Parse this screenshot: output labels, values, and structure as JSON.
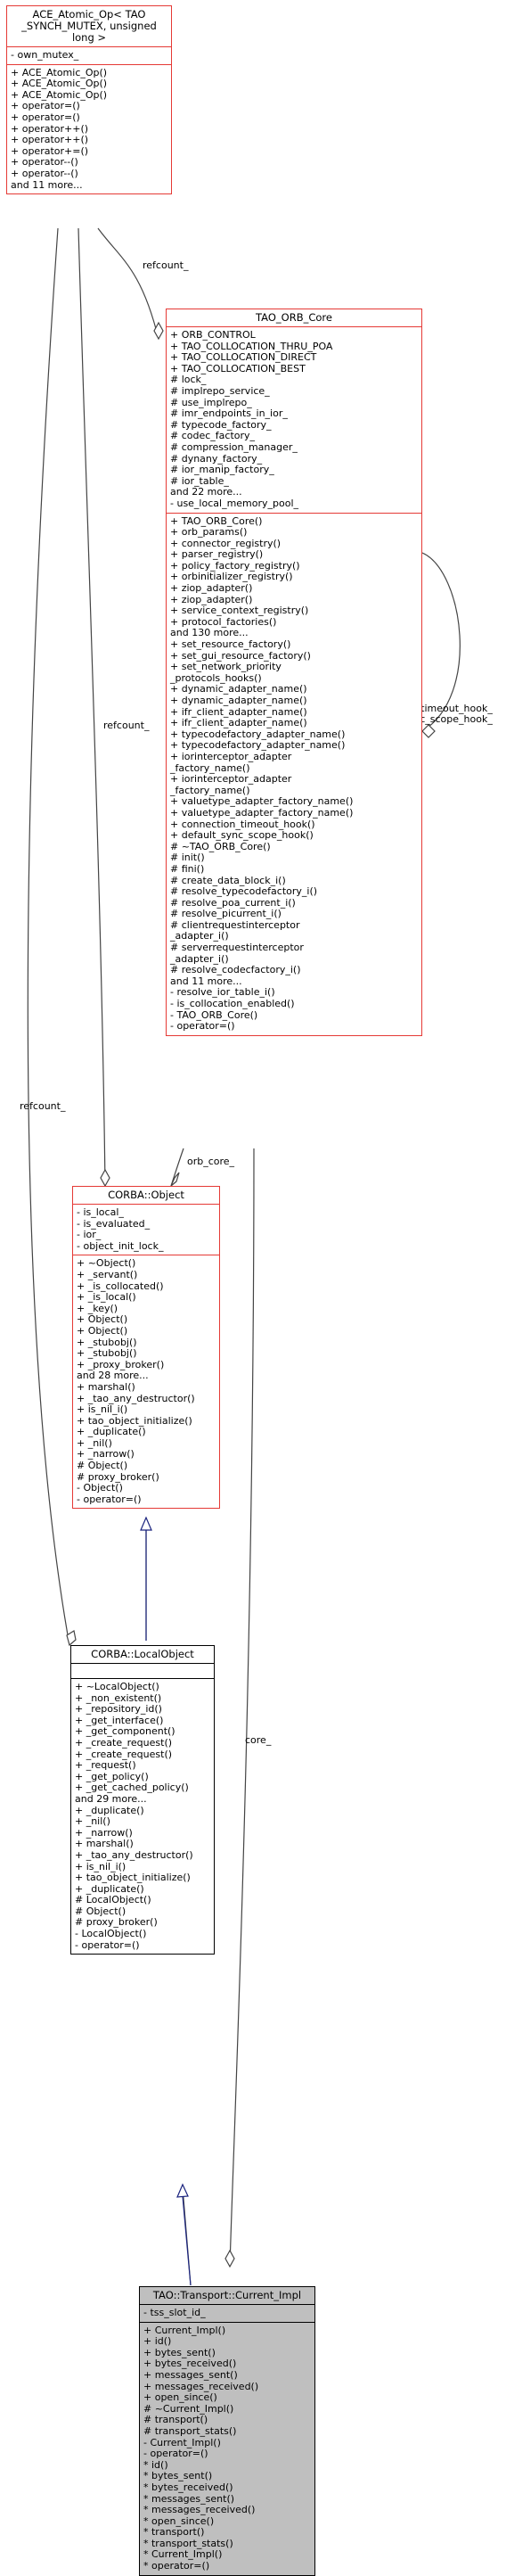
{
  "classes": {
    "ace_atomic_op": {
      "title": "ACE_Atomic_Op< TAO\n_SYNCH_MUTEX, unsigned\n long >",
      "sections": [
        [
          "- own_mutex_"
        ],
        [
          "+ ACE_Atomic_Op()",
          "+ ACE_Atomic_Op()",
          "+ ACE_Atomic_Op()",
          "+ operator=()",
          "+ operator=()",
          "+ operator++()",
          "+ operator++()",
          "+ operator+=()",
          "+ operator--()",
          "+ operator--()",
          "and 11 more..."
        ]
      ]
    },
    "tao_orb_core": {
      "title": "TAO_ORB_Core",
      "sections": [
        [
          "+ ORB_CONTROL",
          "+ TAO_COLLOCATION_THRU_POA",
          "+ TAO_COLLOCATION_DIRECT",
          "+ TAO_COLLOCATION_BEST",
          "# lock_",
          "# implrepo_service_",
          "# use_implrepo_",
          "# imr_endpoints_in_ior_",
          "# typecode_factory_",
          "# codec_factory_",
          "# compression_manager_",
          "# dynany_factory_",
          "# ior_manip_factory_",
          "# ior_table_",
          "and 22 more...",
          "- use_local_memory_pool_"
        ],
        [
          "+ TAO_ORB_Core()",
          "+ orb_params()",
          "+ connector_registry()",
          "+ parser_registry()",
          "+ policy_factory_registry()",
          "+ orbinitializer_registry()",
          "+ ziop_adapter()",
          "+ ziop_adapter()",
          "+ service_context_registry()",
          "+ protocol_factories()",
          "and 130 more...",
          "+ set_resource_factory()",
          "+ set_gui_resource_factory()",
          "+ set_network_priority\n_protocols_hooks()",
          "+ dynamic_adapter_name()",
          "+ dynamic_adapter_name()",
          "+ ifr_client_adapter_name()",
          "+ ifr_client_adapter_name()",
          "+ typecodefactory_adapter_name()",
          "+ typecodefactory_adapter_name()",
          "+ iorinterceptor_adapter\n_factory_name()",
          "+ iorinterceptor_adapter\n_factory_name()",
          "+ valuetype_adapter_factory_name()",
          "+ valuetype_adapter_factory_name()",
          "+ connection_timeout_hook()",
          "+ default_sync_scope_hook()",
          "# ~TAO_ORB_Core()",
          "# init()",
          "# fini()",
          "# create_data_block_i()",
          "# resolve_typecodefactory_i()",
          "# resolve_poa_current_i()",
          "# resolve_picurrent_i()",
          "# clientrequestinterceptor\n_adapter_i()",
          "# serverrequestinterceptor\n_adapter_i()",
          "# resolve_codecfactory_i()",
          "and 11 more...",
          "- resolve_ior_table_i()",
          "- is_collocation_enabled()",
          "- TAO_ORB_Core()",
          "- operator=()"
        ]
      ]
    },
    "corba_object": {
      "title": "CORBA::Object",
      "sections": [
        [
          "- is_local_",
          "- is_evaluated_",
          "- ior_",
          "- object_init_lock_"
        ],
        [
          "+ ~Object()",
          "+ _servant()",
          "+ _is_collocated()",
          "+ _is_local()",
          "+ _key()",
          "+ Object()",
          "+ Object()",
          "+ _stubobj()",
          "+ _stubobj()",
          "+ _proxy_broker()",
          "and 28 more...",
          "+ marshal()",
          "+ _tao_any_destructor()",
          "+ is_nil_i()",
          "+ tao_object_initialize()",
          "+ _duplicate()",
          "+ _nil()",
          "+ _narrow()",
          "# Object()",
          "# proxy_broker()",
          "- Object()",
          "- operator=()"
        ]
      ]
    },
    "corba_localobject": {
      "title": "CORBA::LocalObject",
      "sections": [
        [
          ""
        ],
        [
          "+ ~LocalObject()",
          "+ _non_existent()",
          "+ _repository_id()",
          "+ _get_interface()",
          "+ _get_component()",
          "+ _create_request()",
          "+ _create_request()",
          "+ _request()",
          "+ _get_policy()",
          "+ _get_cached_policy()",
          "and 29 more...",
          "+ _duplicate()",
          "+ _nil()",
          "+ _narrow()",
          "+ marshal()",
          "+ _tao_any_destructor()",
          "+ is_nil_i()",
          "+ tao_object_initialize()",
          "+ _duplicate()",
          "# LocalObject()",
          "# Object()",
          "# proxy_broker()",
          "- LocalObject()",
          "- operator=()"
        ]
      ]
    },
    "current_impl": {
      "title": "TAO::Transport::Current_Impl",
      "sections": [
        [
          "- tss_slot_id_"
        ],
        [
          "+ Current_Impl()",
          "+ id()",
          "+ bytes_sent()",
          "+ bytes_received()",
          "+ messages_sent()",
          "+ messages_received()",
          "+ open_since()",
          "# ~Current_Impl()",
          "# transport()",
          "# transport_stats()",
          "- Current_Impl()",
          "- operator=()",
          "* id()",
          "* bytes_sent()",
          "* bytes_received()",
          "* messages_sent()",
          "* messages_received()",
          "* open_since()",
          "* transport()",
          "* transport_stats()",
          "* Current_Impl()",
          "* operator=()"
        ]
      ]
    }
  },
  "edge_labels": {
    "refcount_top": "refcount_",
    "refcount_mid": "refcount_",
    "refcount_left": "refcount_",
    "timeout_hook": "timeout_hook_\nsync_scope_hook_",
    "orb_core": "orb_core_",
    "core": "core_"
  }
}
